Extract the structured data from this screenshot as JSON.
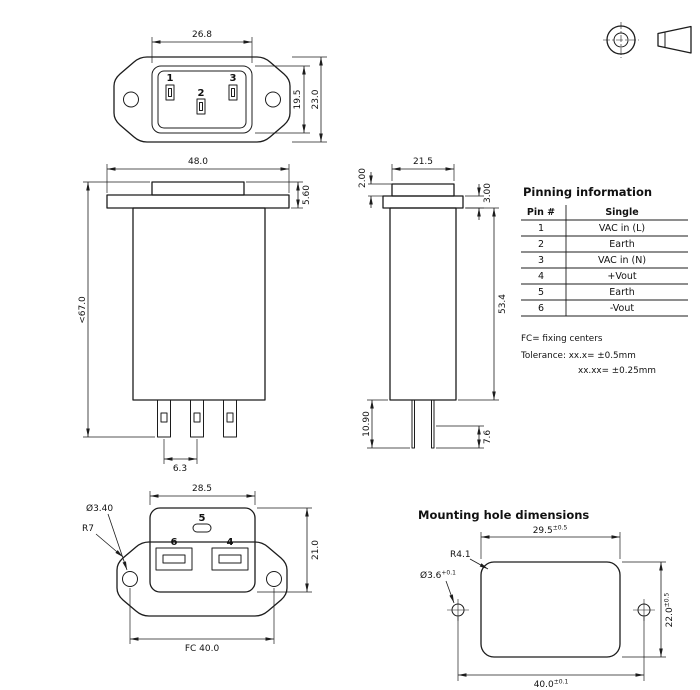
{
  "front_view": {
    "dim_socket_width": "26.8",
    "dim_socket_height": "19.5",
    "dim_flange_height": "23.0",
    "pin1_label": "1",
    "pin2_label": "2",
    "pin3_label": "3"
  },
  "side_view": {
    "dim_flange_width": "48.0",
    "dim_flange_thickness": "5.60",
    "dim_overall_height": "<67.0",
    "dim_tab_pitch": "6.3"
  },
  "rear_view": {
    "dim_top_width": "21.5",
    "dim_boss_height": "2.00",
    "dim_flange_thickness": "3.00",
    "dim_body_height": "53.4",
    "dim_lead_length": "10.90",
    "dim_lead_exposed": "7.6"
  },
  "pinning": {
    "title": "Pinning information",
    "header_pin": "Pin #",
    "header_single": "Single",
    "rows": [
      {
        "pin": "1",
        "single": "VAC in (L)"
      },
      {
        "pin": "2",
        "single": "Earth"
      },
      {
        "pin": "3",
        "single": "VAC in (N)"
      },
      {
        "pin": "4",
        "single": "+Vout"
      },
      {
        "pin": "5",
        "single": "Earth"
      },
      {
        "pin": "6",
        "single": "-Vout"
      }
    ],
    "note_fc": "FC= fixing centers",
    "note_tol_1": "Tolerance:  xx.x= ±0.5mm",
    "note_tol_2": "xx.xx= ±0.25mm"
  },
  "bottom_view": {
    "dim_socket_width": "28.5",
    "dim_socket_height": "21.0",
    "dim_fixing_centers": "FC 40.0",
    "hole_diameter": "Ø3.40",
    "flange_radius": "R7",
    "pin4_label": "4",
    "pin5_label": "5",
    "pin6_label": "6"
  },
  "mounting": {
    "title": "Mounting hole dimensions",
    "dim_cutout_width": "29.5",
    "dim_cutout_width_tol": "±0.5",
    "dim_cutout_height": "22.0",
    "dim_cutout_height_tol": "±0.5",
    "dim_hole_centers": "40.0",
    "dim_hole_centers_tol": "±0.1",
    "hole_diameter": "Ø3.6",
    "hole_diameter_tol": "+0.1",
    "corner_radius": "R4.1"
  }
}
